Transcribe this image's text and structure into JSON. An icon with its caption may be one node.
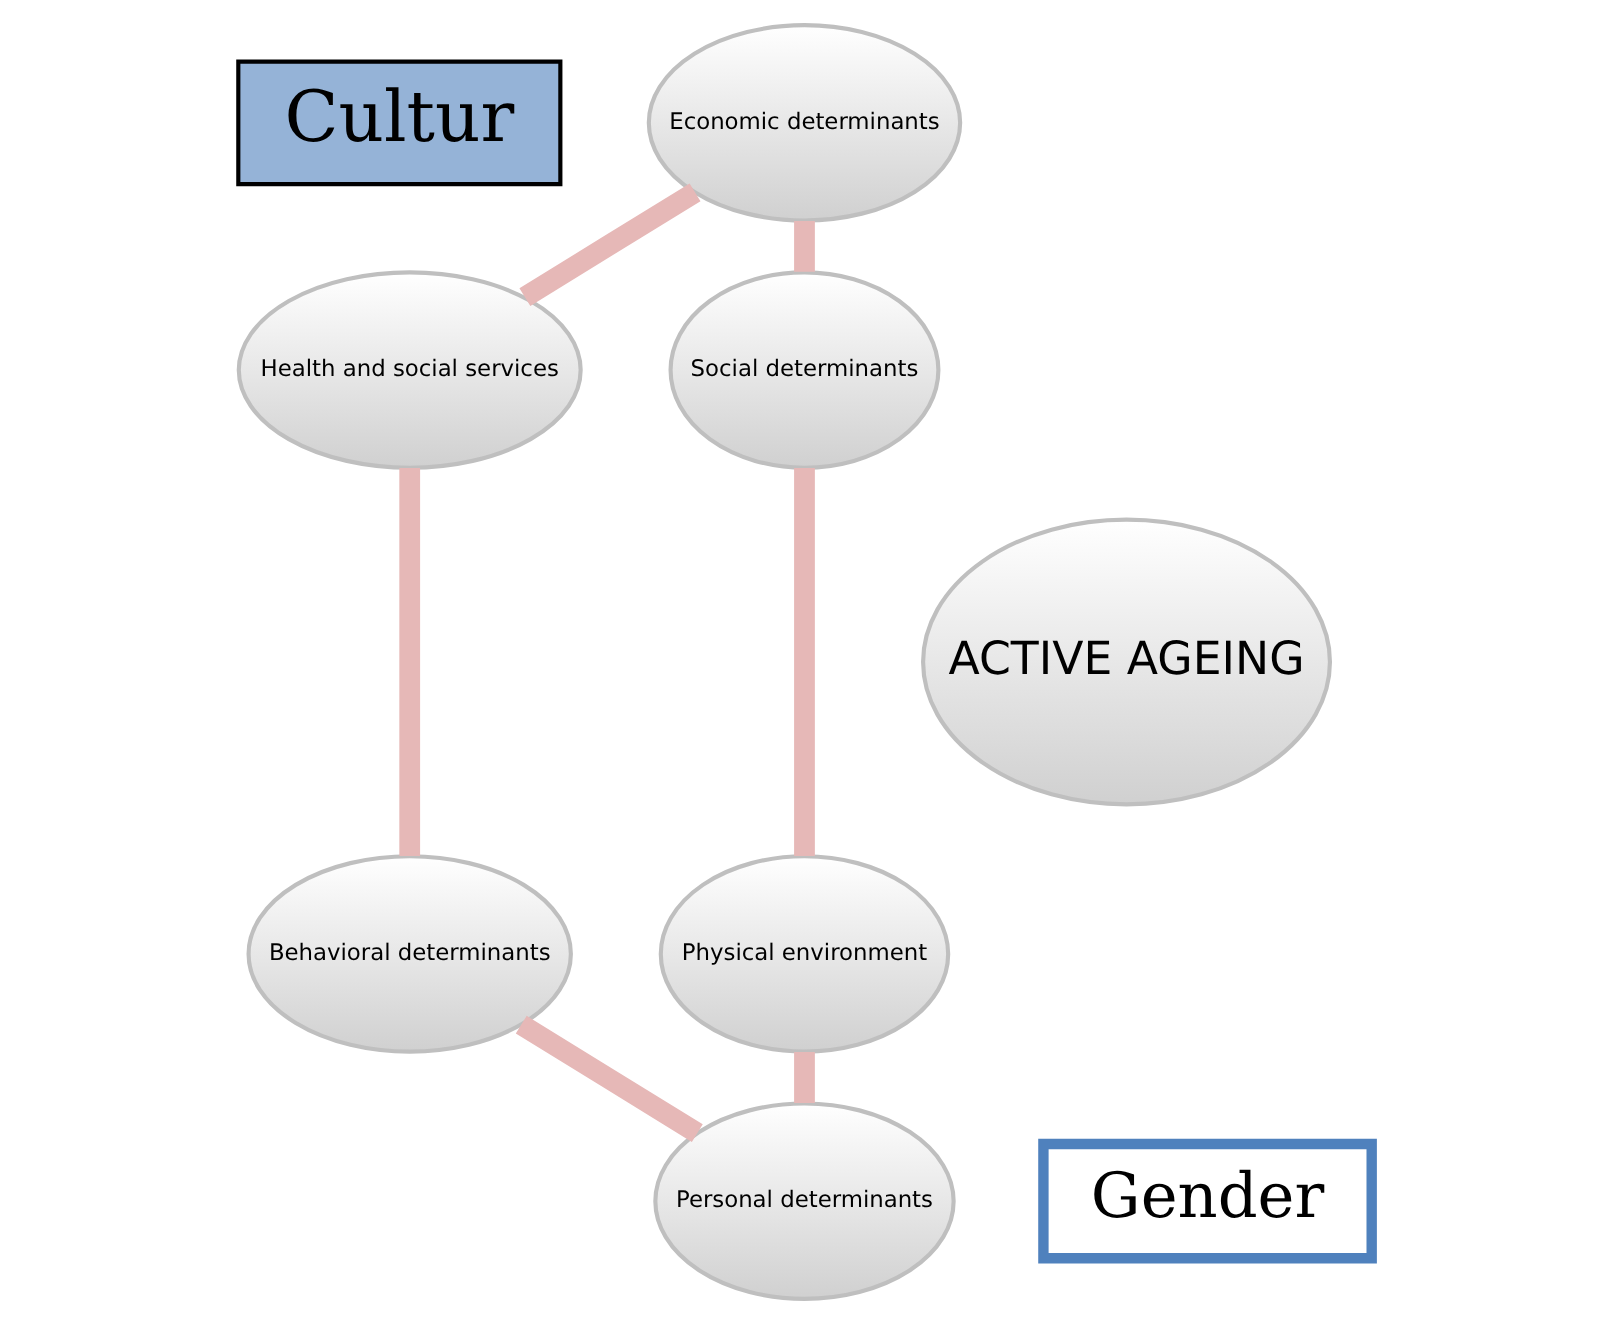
{
  "diagram": {
    "nodes": [
      {
        "text": [
          "Cultur"
        ]
      },
      {
        "text": [
          "Economic determinants"
        ]
      },
      {
        "text": [
          "Health and social services"
        ]
      },
      {
        "text": [
          "Social determinants"
        ]
      },
      {
        "text": [
          "ACTIVE AGEING"
        ]
      },
      {
        "text": [
          "Behavioral determinants"
        ]
      },
      {
        "text": [
          "Physical environment"
        ]
      },
      {
        "text": [
          "Gender"
        ]
      },
      {
        "text": [
          "Personal determinants"
        ]
      }
    ],
    "edges": [
      {
        "from": 1,
        "to": 2,
        "arrow": "none"
      },
      {
        "from": 1,
        "to": 3,
        "arrow": "none"
      },
      {
        "from": 2,
        "to": 5,
        "arrow": "none"
      },
      {
        "from": 3,
        "to": 6,
        "arrow": "none"
      },
      {
        "from": 5,
        "to": 8,
        "arrow": "none"
      },
      {
        "from": 6,
        "to": 8,
        "arrow": "none"
      }
    ]
  }
}
